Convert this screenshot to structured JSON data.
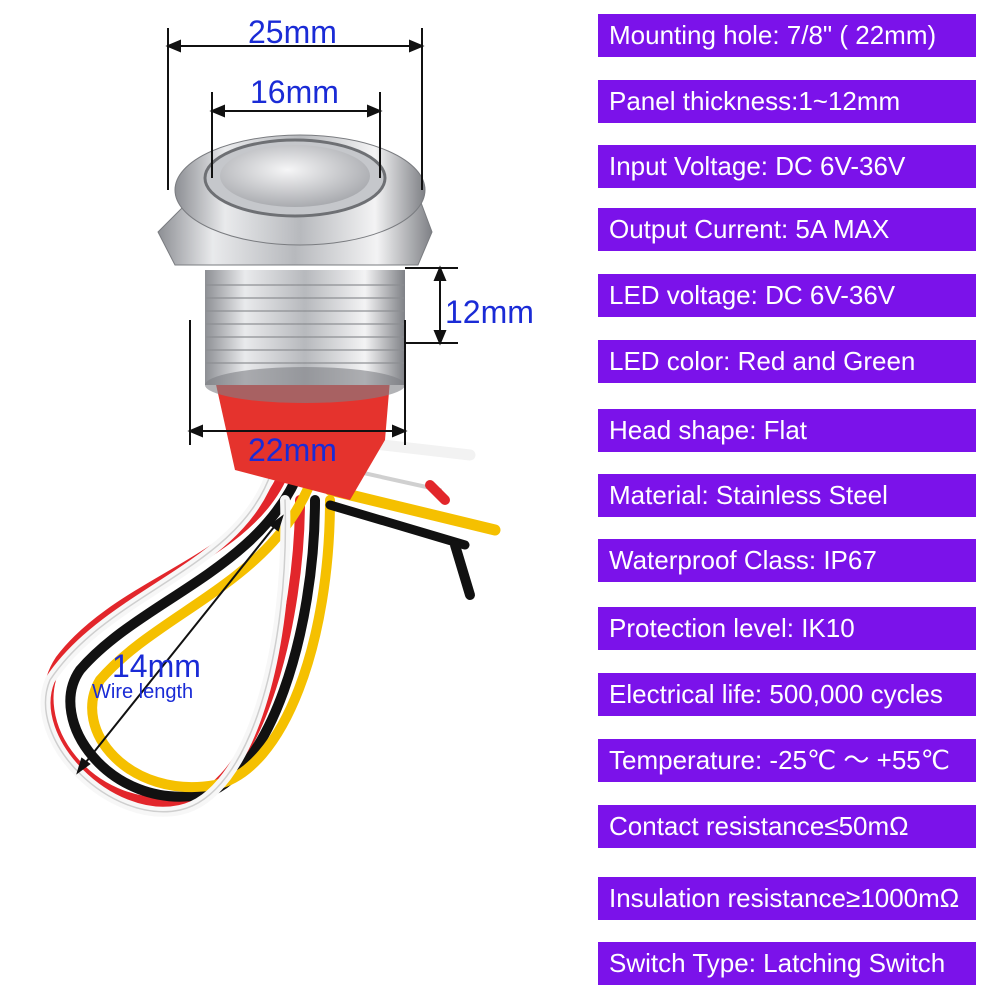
{
  "dimensions": {
    "head_width": "25mm",
    "button_width": "16mm",
    "thread_length": "12mm",
    "thread_diameter": "22mm",
    "wire": "14mm",
    "wire_caption": "Wire length"
  },
  "colors": {
    "spec_background": "#7b12ea",
    "spec_text": "#ffffff",
    "dimension_text": "#1a2bd6"
  },
  "specs": [
    "Mounting hole: 7/8\" ( 22mm)",
    "Panel thickness:1~12mm",
    "Input Voltage: DC 6V-36V",
    "Output Current: 5A MAX",
    "LED voltage: DC 6V-36V",
    "LED color: Red and Green",
    "Head shape: Flat",
    "Material: Stainless Steel",
    "Waterproof Class: IP67",
    "Protection level: IK10",
    "Electrical life: 500,000 cycles",
    "Temperature: -25℃ ～ +55℃",
    "Contact resistance≤50mΩ",
    "Insulation resistance≥1000mΩ",
    "Switch Type: Latching Switch"
  ]
}
